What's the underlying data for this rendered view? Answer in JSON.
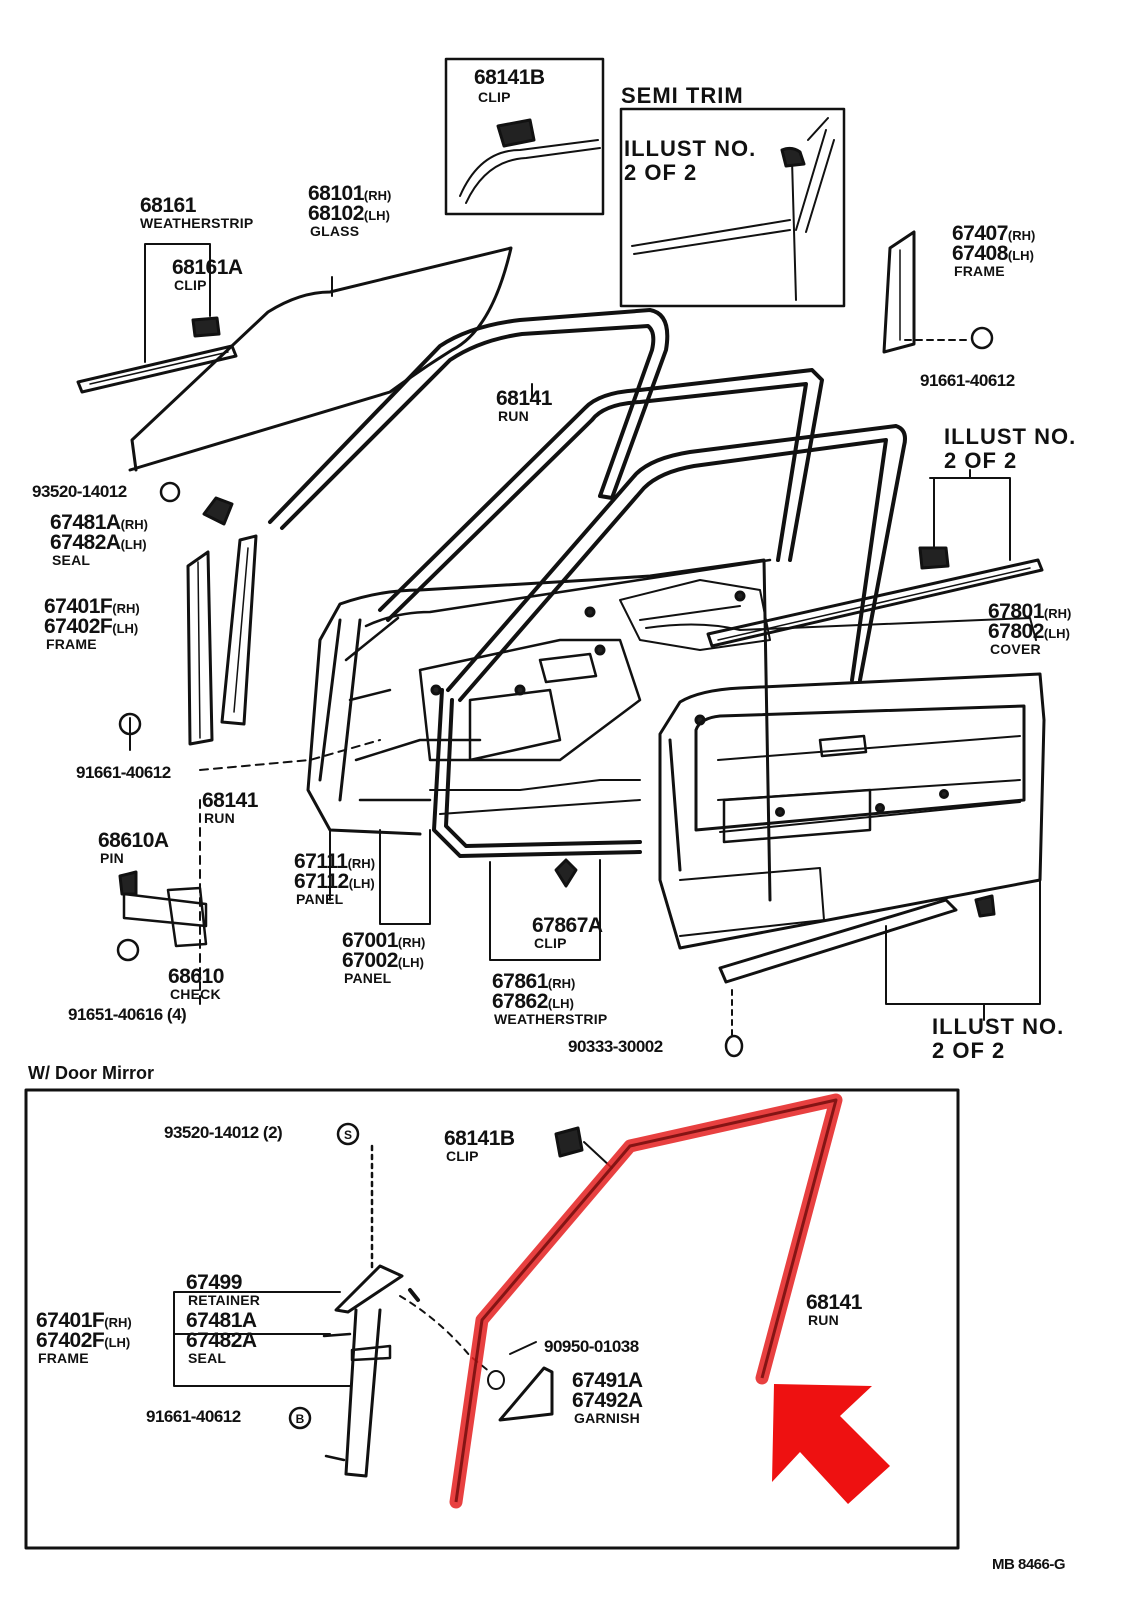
{
  "accent_color": "#e41e1e",
  "labels": {
    "p68141b_top": {
      "number": "68141B",
      "name": "CLIP"
    },
    "semi_trim": "SEMI TRIM",
    "illust_semi_1": "ILLUST NO.",
    "illust_semi_2": "2 OF 2",
    "p68161": {
      "number": "68161",
      "name": "WEATHERSTRIP"
    },
    "p68101": {
      "number": "68101",
      "suffix": "(RH)"
    },
    "p68102": {
      "number": "68102",
      "suffix": "(LH)",
      "name": "GLASS"
    },
    "p68161a": {
      "number": "68161A",
      "name": "CLIP"
    },
    "p67407": {
      "number": "67407",
      "suffix": "(RH)"
    },
    "p67408": {
      "number": "67408",
      "suffix": "(LH)",
      "name": "FRAME"
    },
    "ref_91661_top": "91661-40612",
    "p68141_run_top": {
      "number": "68141",
      "name": "RUN"
    },
    "illust_right_1": "ILLUST NO.",
    "illust_right_2": "2 OF 2",
    "ref_93520": "93520-14012",
    "p67481a": {
      "number": "67481A",
      "suffix": "(RH)"
    },
    "p67482a": {
      "number": "67482A",
      "suffix": "(LH)",
      "name": "SEAL"
    },
    "p67401f": {
      "number": "67401F",
      "suffix": "(RH)"
    },
    "p67402f": {
      "number": "67402F",
      "suffix": "(LH)",
      "name": "FRAME"
    },
    "p67801": {
      "number": "67801",
      "suffix": "(RH)"
    },
    "p67802": {
      "number": "67802",
      "suffix": "(LH)",
      "name": "COVER"
    },
    "ref_91661_left": "91661-40612",
    "p68141_run_left": {
      "number": "68141",
      "name": "RUN"
    },
    "p68610a": {
      "number": "68610A",
      "name": "PIN"
    },
    "p67111": {
      "number": "67111",
      "suffix": "(RH)"
    },
    "p67112": {
      "number": "67112",
      "suffix": "(LH)",
      "name": "PANEL"
    },
    "p67867a": {
      "number": "67867A",
      "name": "CLIP"
    },
    "p67001": {
      "number": "67001",
      "suffix": "(RH)"
    },
    "p67002": {
      "number": "67002",
      "suffix": "(LH)",
      "name": "PANEL"
    },
    "p68610": {
      "number": "68610",
      "name": "CHECK"
    },
    "ref_91651": "91651-40616 (4)",
    "p67861": {
      "number": "67861",
      "suffix": "(RH)"
    },
    "p67862": {
      "number": "67862",
      "suffix": "(LH)",
      "name": "WEATHERSTRIP"
    },
    "illust_bottom_1": "ILLUST NO.",
    "illust_bottom_2": "2 OF 2",
    "ref_90333": "90333-30002"
  },
  "mirror_section": {
    "title": "W/ Door Mirror",
    "ref_93520": "93520-14012 (2)",
    "p68141b": {
      "number": "68141B",
      "name": "CLIP"
    },
    "p67499": {
      "number": "67499",
      "name": "RETAINER"
    },
    "p67401f": {
      "number": "67401F",
      "suffix": "(RH)"
    },
    "p67402f": {
      "number": "67402F",
      "suffix": "(LH)",
      "name": "FRAME"
    },
    "p67481a": {
      "number": "67481A"
    },
    "p67482a": {
      "number": "67482A",
      "name": "SEAL"
    },
    "ref_90950": "90950-01038",
    "p67491a": {
      "number": "67491A"
    },
    "p67492a": {
      "number": "67492A",
      "name": "GARNISH"
    },
    "p68141": {
      "number": "68141",
      "name": "RUN"
    },
    "ref_91661": "91661-40612",
    "fastener_s": "S",
    "fastener_b": "B"
  },
  "footer_code": "MB 8466-G"
}
